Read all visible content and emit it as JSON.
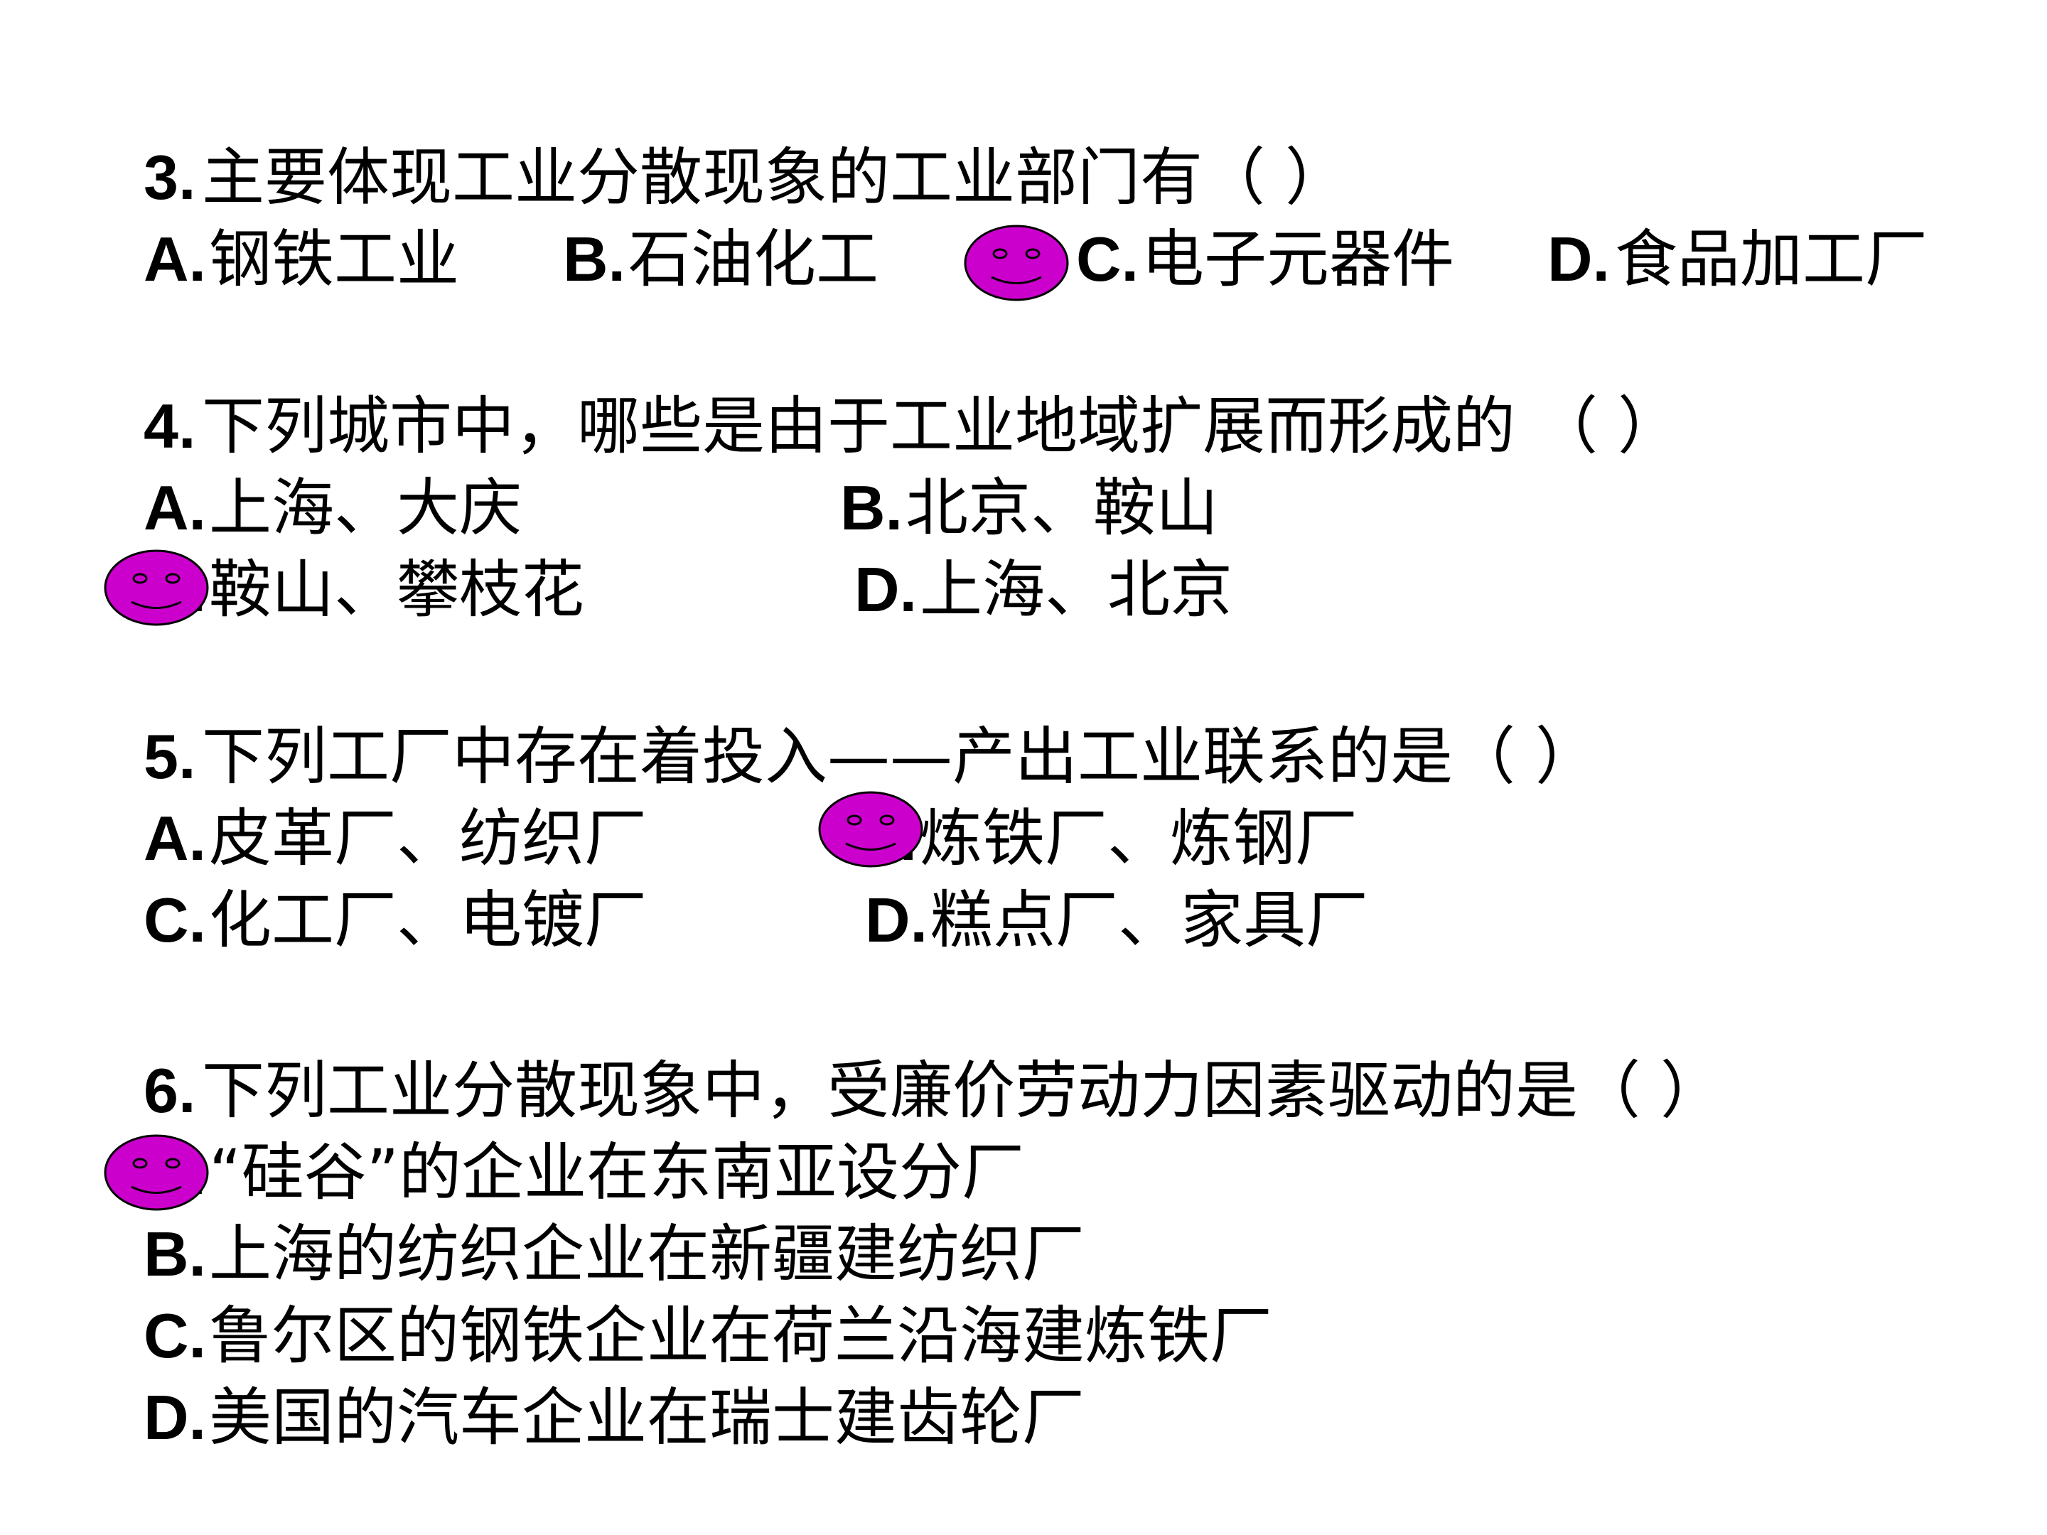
{
  "q3": {
    "stem_num": "3.",
    "stem_text": "主要体现工业分散现象的工业部门有（    ）",
    "a_label": "A.",
    "a_text": "钢铁工业",
    "b_label": "B.",
    "b_text": "石油化工",
    "c_label": "C.",
    "c_text": "电子元器件",
    "d_label": "D.",
    "d_text": "食品加工厂"
  },
  "q4": {
    "stem_num": "4.",
    "stem_text": "下列城市中，哪些是由于工业地域扩展而形成的 （    ）",
    "a_label": "A.",
    "a_text": "上海、大庆",
    "b_label": "B.",
    "b_text": "北京、鞍山",
    "c_label": "C.",
    "c_text": "鞍山、攀枝花",
    "d_label": "D.",
    "d_text": "上海、北京"
  },
  "q5": {
    "stem_num": "5.",
    "stem_text": "下列工厂中存在着投入——产出工业联系的是（  ）",
    "a_label": "A.",
    "a_text": "皮革厂、纺织厂",
    "b_label": "B.",
    "b_text": "炼铁厂、炼钢厂",
    "c_label": "C.",
    "c_text": "化工厂、电镀厂",
    "d_label": "D.",
    "d_text": "糕点厂、家具厂"
  },
  "q6": {
    "stem_num": "6.",
    "stem_text": "下列工业分散现象中，受廉价劳动力因素驱动的是（   ）",
    "a_label": "A.",
    "a_text": "“硅谷”的企业在东南亚设分厂",
    "b_label": "B.",
    "b_text": "上海的纺织企业在新疆建纺织厂",
    "c_label": "C.",
    "c_text": "鲁尔区的钢铁企业在荷兰沿海建炼铁厂",
    "d_label": "D.",
    "d_text": "美国的汽车企业在瑞士建齿轮厂"
  },
  "colors": {
    "smiley_fill": "#cc00cc",
    "smiley_stroke": "#000000",
    "text": "#000000",
    "background": "#ffffff"
  },
  "icons": {
    "answer_marker": "smiley-face-icon"
  }
}
